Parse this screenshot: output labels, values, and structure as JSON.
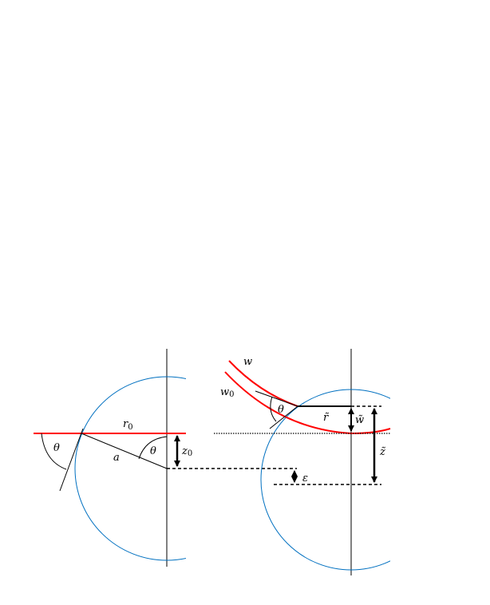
{
  "colors": {
    "circle": "#0070c0",
    "interface": "#ff0000",
    "lines": "#000000"
  },
  "left_panel": {
    "labels": {
      "r0": "r",
      "r0_sub": "0",
      "a": "a",
      "theta_left": "θ",
      "theta_center": "θ",
      "z0": "z",
      "z0_sub": "0"
    }
  },
  "right_panel": {
    "labels": {
      "w": "w",
      "w0": "w",
      "w0_sub": "0",
      "theta": "θ",
      "r_tilde": "r̃",
      "w_tilde": "w̃",
      "z_tilde": "z̃",
      "epsilon": "ε"
    }
  }
}
